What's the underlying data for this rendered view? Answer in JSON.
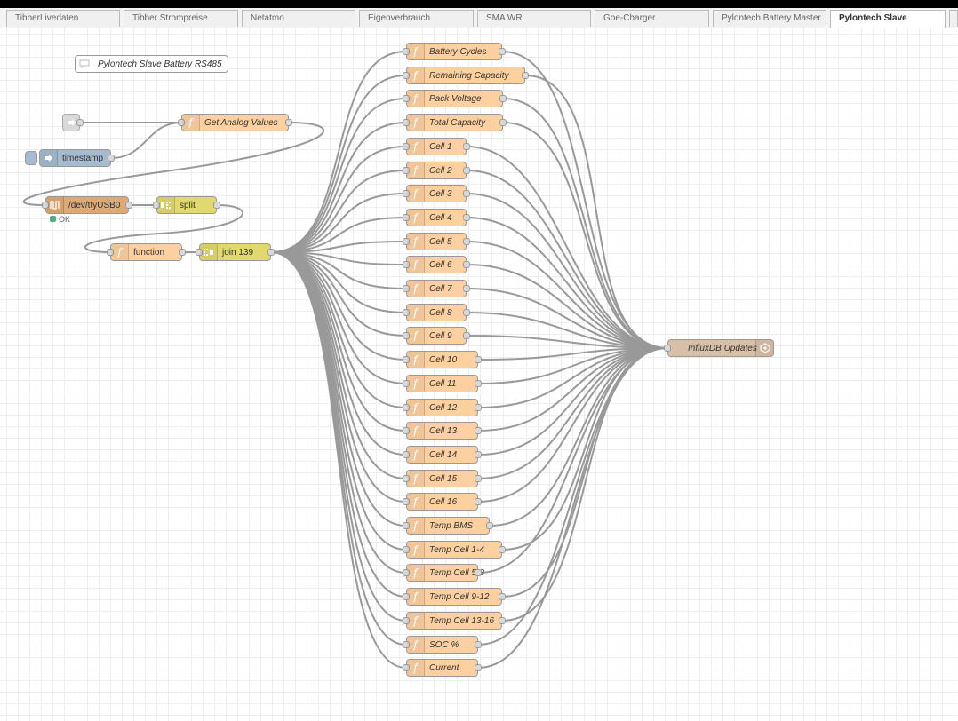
{
  "tabs": [
    {
      "label": "TibberLivedaten"
    },
    {
      "label": "Tibber Strompreise"
    },
    {
      "label": "Netatmo"
    },
    {
      "label": "Eigenverbrauch"
    },
    {
      "label": "SMA WR"
    },
    {
      "label": "Goe-Charger"
    },
    {
      "label": "Pylontech Battery Master"
    },
    {
      "label": "Pylontech Slave"
    }
  ],
  "nodes": {
    "comment": "Pylontech Slave Battery RS485",
    "get_analog": "Get Analog Values",
    "timestamp": "timestamp",
    "serial": "/dev/ttyUSB0",
    "serial_status": "OK",
    "split": "split",
    "function": "function",
    "join": "join 139",
    "influx": "InfluxDB Updates"
  },
  "fan_nodes": [
    {
      "label": "Battery Cycles"
    },
    {
      "label": "Remaining Capacity"
    },
    {
      "label": "Pack Voltage"
    },
    {
      "label": "Total Capacity"
    },
    {
      "label": "Cell 1"
    },
    {
      "label": "Cell 2"
    },
    {
      "label": "Cell 3"
    },
    {
      "label": "Cell 4"
    },
    {
      "label": "Cell 5"
    },
    {
      "label": "Cell 6"
    },
    {
      "label": "Cell 7"
    },
    {
      "label": "Cell 8"
    },
    {
      "label": "Cell 9"
    },
    {
      "label": "Cell 10"
    },
    {
      "label": "Cell 11"
    },
    {
      "label": "Cell 12"
    },
    {
      "label": "Cell 13"
    },
    {
      "label": "Cell 14"
    },
    {
      "label": "Cell 15"
    },
    {
      "label": "Cell 16"
    },
    {
      "label": "Temp BMS"
    },
    {
      "label": "Temp Cell 1-4"
    },
    {
      "label": "Temp Cell 5-8"
    },
    {
      "label": "Temp Cell 9-12"
    },
    {
      "label": "Temp Cell 13-16"
    },
    {
      "label": "SOC %"
    },
    {
      "label": "Current"
    }
  ],
  "colors": {
    "function": "#fdd0a2",
    "inject": "#a6bbcf",
    "serial": "#ddaa77",
    "split_join": "#e2d96e",
    "influx": "#d8bfa8",
    "wire": "#999999"
  }
}
